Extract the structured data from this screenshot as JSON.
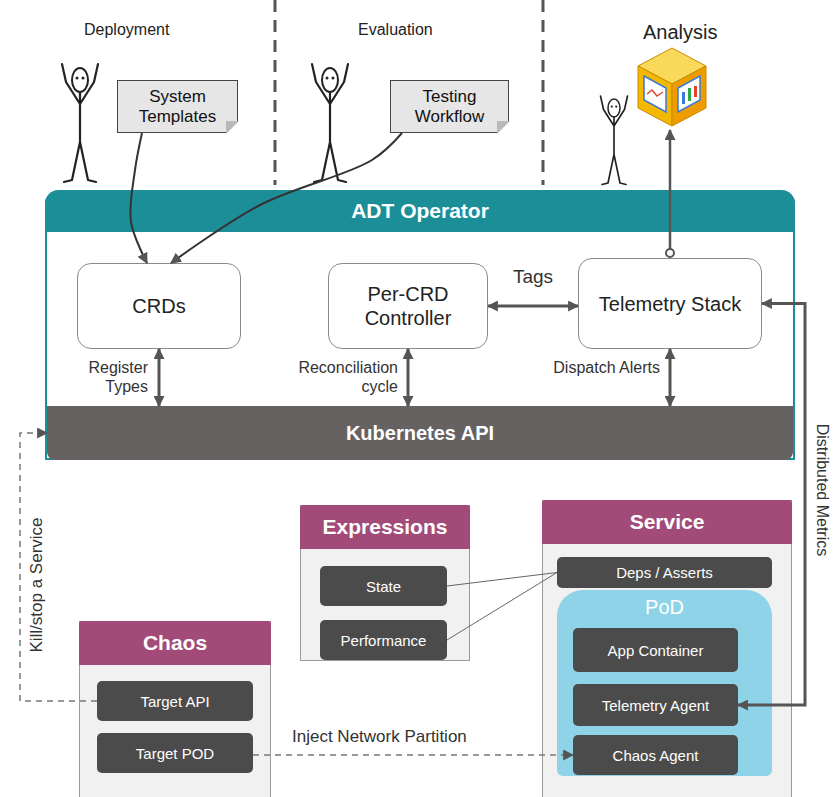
{
  "diagram": {
    "nodes": [
      {
        "text": [
          "System Templates"
        ]
      },
      {
        "text": [
          "Testing Workflow"
        ]
      },
      {
        "text": [
          "ADT Operator"
        ]
      },
      {
        "text": [
          "CRDs"
        ],
        "in": 2
      },
      {
        "text": [
          "Per-CRD Controller"
        ],
        "in": 2
      },
      {
        "text": [
          "Telemetry Stack"
        ],
        "in": 2
      },
      {
        "text": [
          "Kubernetes API"
        ],
        "in": 2
      },
      {
        "text": [
          "Expressions"
        ]
      },
      {
        "text": [
          "State"
        ],
        "in": 7
      },
      {
        "text": [
          "Performance"
        ],
        "in": 7
      },
      {
        "text": [
          "Service"
        ]
      },
      {
        "text": [
          "Deps / Asserts"
        ],
        "in": 10
      },
      {
        "text": [
          "PoD"
        ],
        "in": 10
      },
      {
        "text": [
          "App Container"
        ],
        "in": 12
      },
      {
        "text": [
          "Telemetry Agent"
        ],
        "in": 12
      },
      {
        "text": [
          "Chaos Agent"
        ],
        "in": 12
      },
      {
        "text": [
          "Chaos"
        ]
      },
      {
        "text": [
          "Target API"
        ],
        "in": 16
      },
      {
        "text": [
          "Target POD"
        ],
        "in": 16
      }
    ],
    "edges": [
      {
        "from": 0,
        "to": 3,
        "arrow": "to"
      },
      {
        "from": 1,
        "to": 3,
        "arrow": "to"
      },
      {
        "from": 3,
        "to": 6,
        "label": "Register Types",
        "arrow": "both"
      },
      {
        "from": 4,
        "to": 6,
        "label": "Reconciliation cycle",
        "arrow": "both"
      },
      {
        "from": 5,
        "to": 6,
        "label": "Dispatch Alerts",
        "arrow": "both"
      },
      {
        "from": 4,
        "to": 5,
        "label": "Tags",
        "arrow": "both"
      },
      {
        "from": 8,
        "to": 11,
        "arrow": "none"
      },
      {
        "from": 9,
        "to": 11,
        "arrow": "none"
      },
      {
        "from": 14,
        "to": 5,
        "label": "Distributed Metrics",
        "arrow": "both"
      },
      {
        "from": 17,
        "to": 6,
        "label": "Kill/stop a Service",
        "arrow": "to"
      },
      {
        "from": 18,
        "to": 15,
        "label": "Inject Network Partition",
        "arrow": "to"
      }
    ],
    "labels": [
      "Deployment",
      "Evaluation",
      "Analysis"
    ]
  }
}
